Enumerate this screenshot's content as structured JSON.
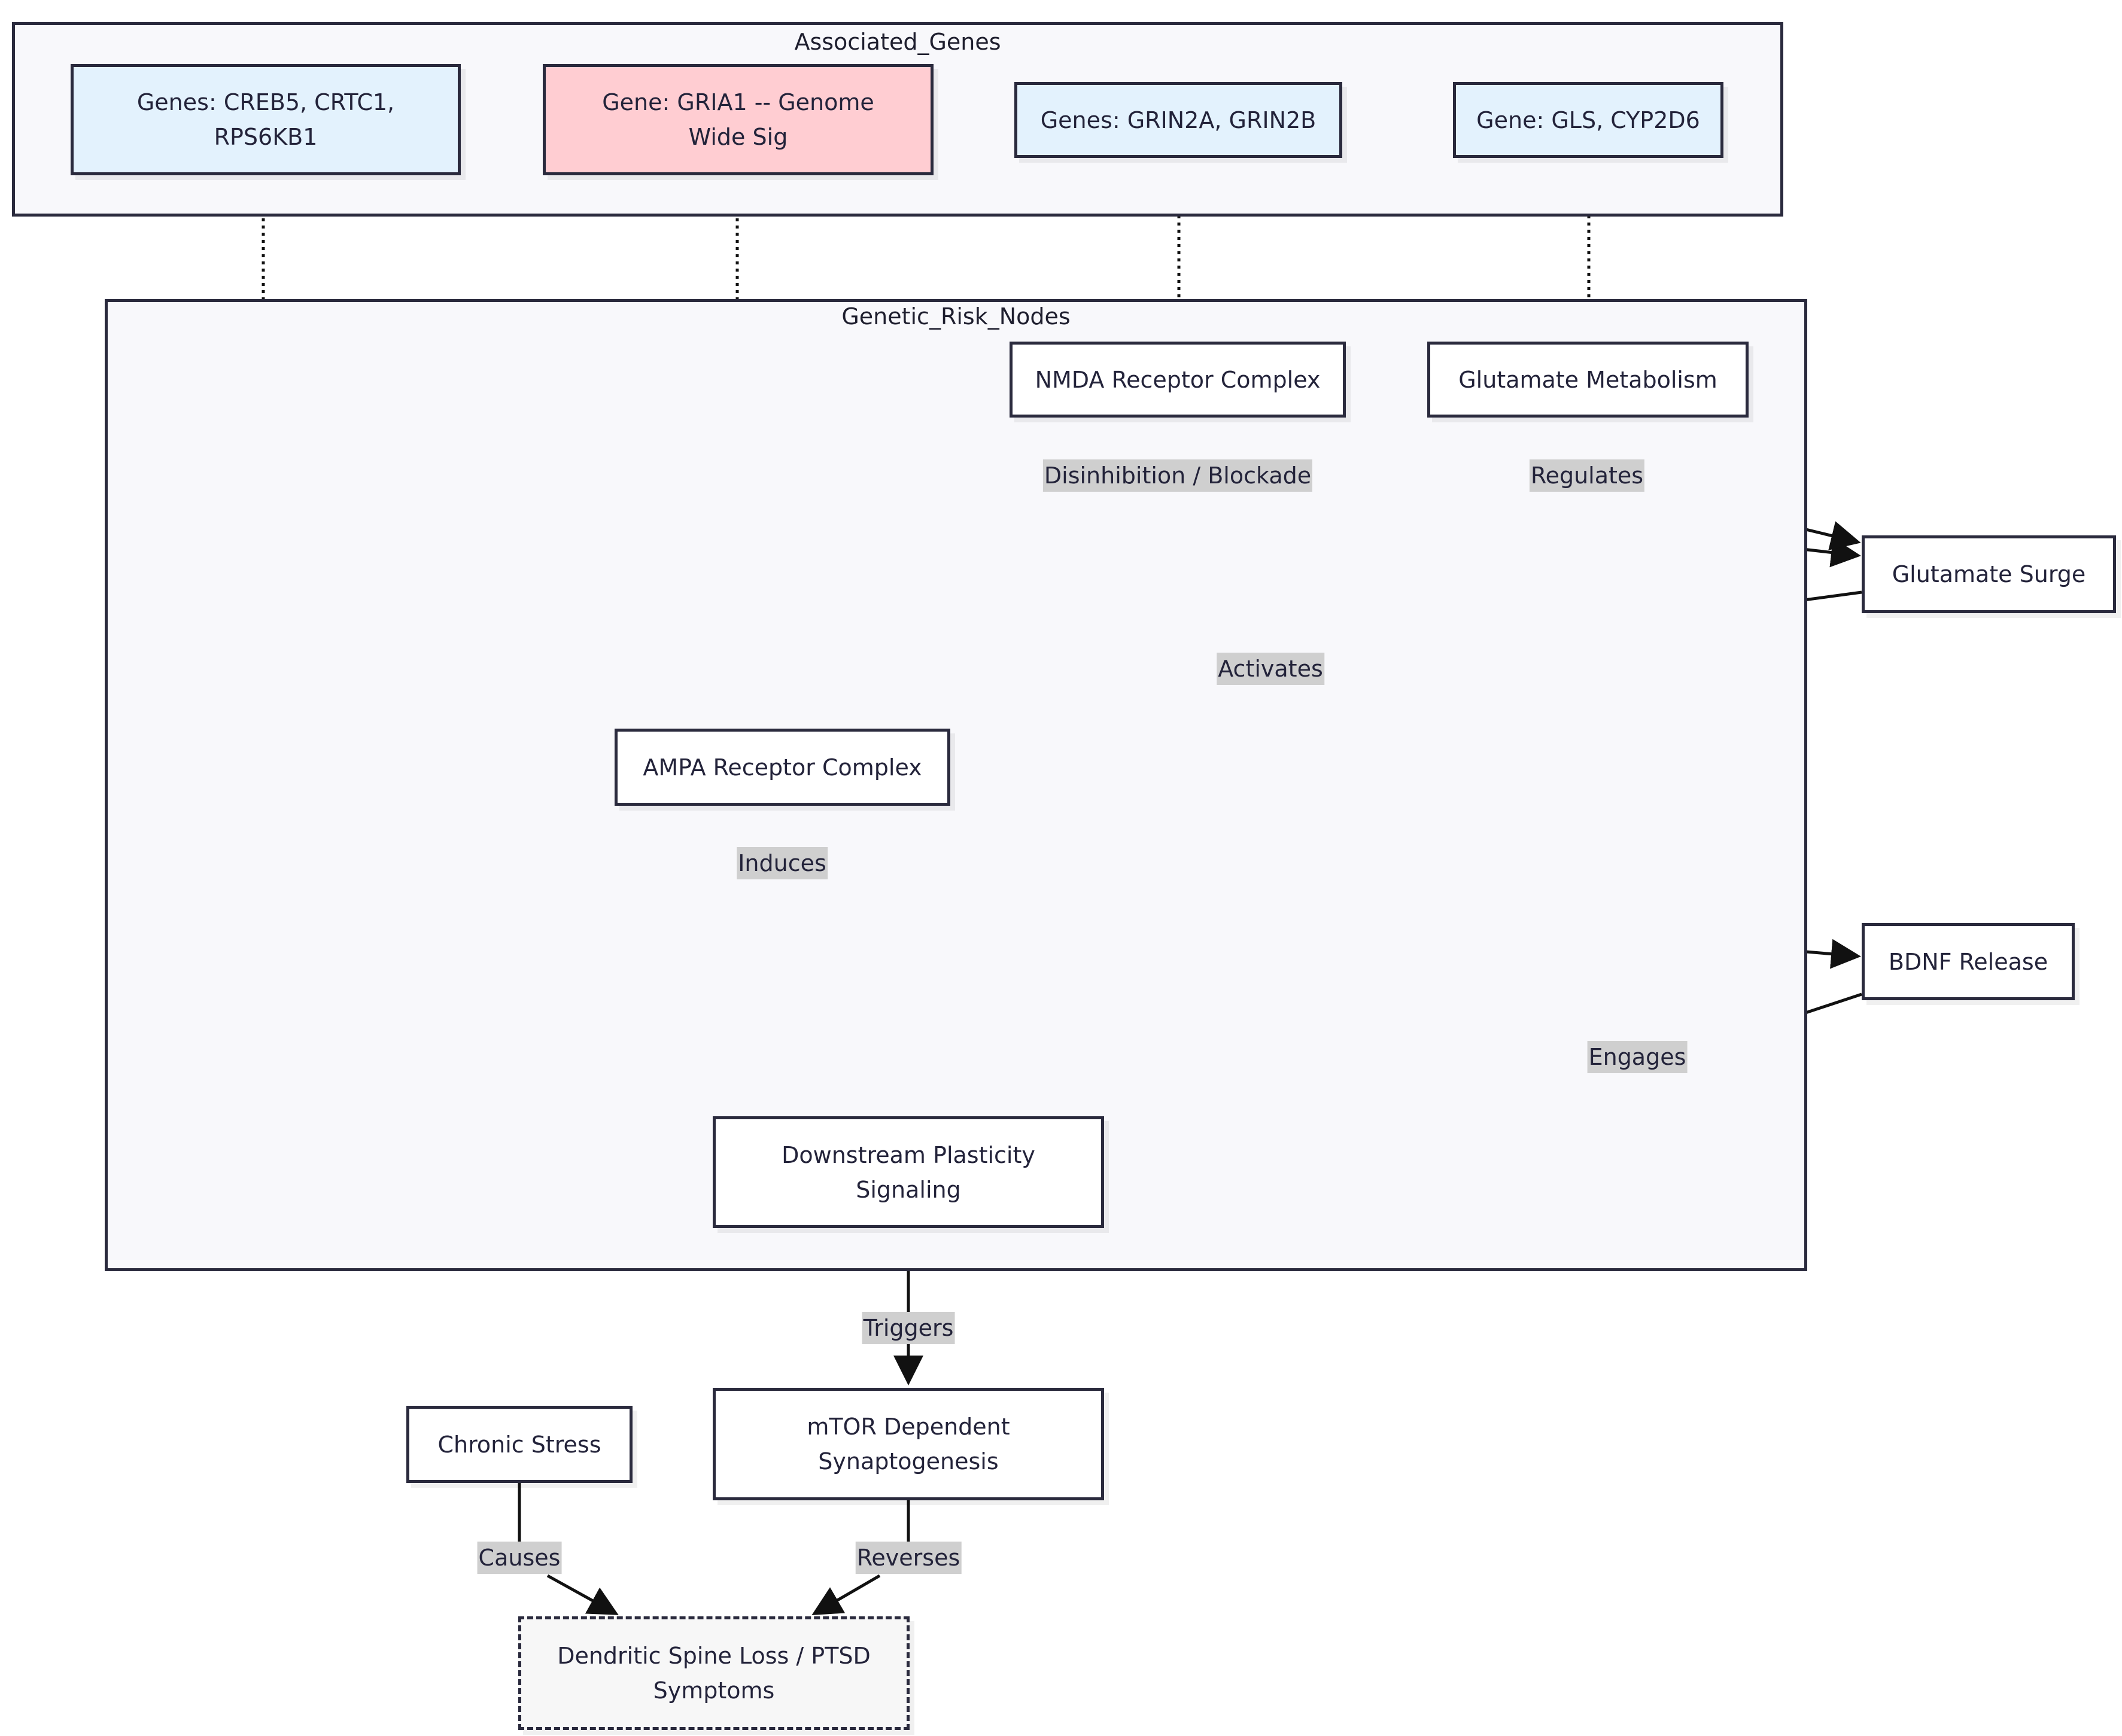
{
  "clusters": {
    "associated_genes": "Associated_Genes",
    "genetic_risk_nodes": "Genetic_Risk_Nodes"
  },
  "nodes": {
    "creb5": "Genes: CREB5, CRTC1,\nRPS6KB1",
    "gria1": "Gene: GRIA1 -- Genome\nWide Sig",
    "grin2": "Genes: GRIN2A, GRIN2B",
    "gls": "Gene: GLS, CYP2D6",
    "nmda": "NMDA Receptor Complex",
    "glut_metab": "Glutamate Metabolism",
    "glut_surge": "Glutamate Surge",
    "ampa": "AMPA Receptor Complex",
    "bdnf": "BDNF Release",
    "downstream": "Downstream Plasticity\nSignaling",
    "mtor": "mTOR Dependent\nSynaptogenesis",
    "stress": "Chronic Stress",
    "spine_loss": "Dendritic Spine Loss / PTSD\nSymptoms"
  },
  "edge_labels": {
    "disinhibition": "Disinhibition / Blockade",
    "regulates": "Regulates",
    "activates": "Activates",
    "induces": "Induces",
    "engages": "Engages",
    "triggers": "Triggers",
    "causes": "Causes",
    "reverses": "Reverses"
  },
  "colors": {
    "gene_fill": "#e3f2fd",
    "significant_fill": "#ffcdd2",
    "cluster_fill": "#f8f8fb",
    "stroke": "#2a2a3d",
    "label_bg": "#cfcfcf"
  }
}
